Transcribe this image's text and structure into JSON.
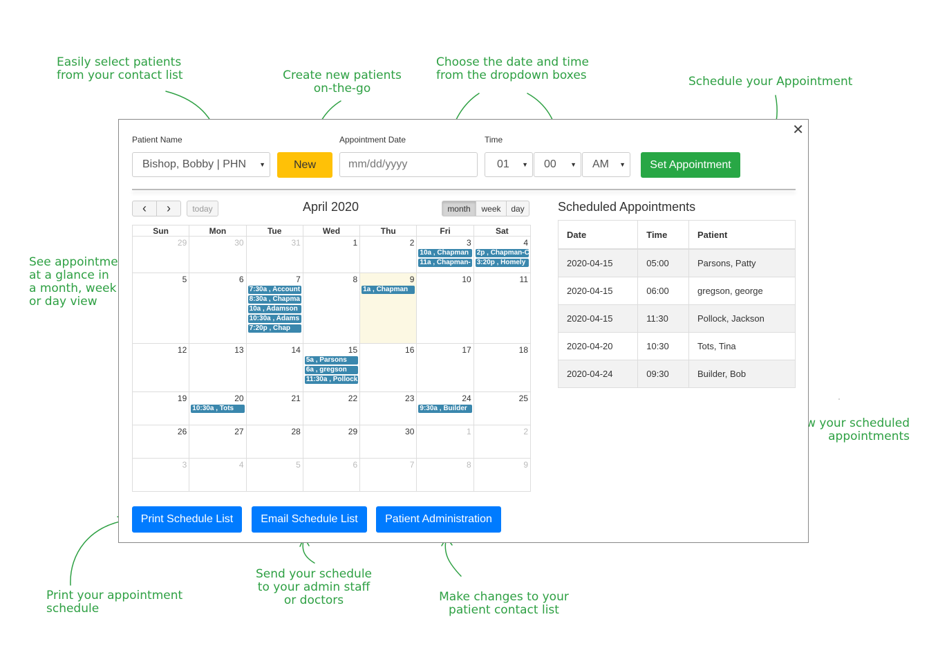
{
  "callouts": {
    "select_patients": "Easily select patients\nfrom your contact list",
    "new_patients": "Create new patients\non-the-go",
    "date_time": "Choose the date and time\nfrom the dropdown boxes",
    "schedule": "Schedule your Appointment",
    "glance": "See appointments\nat a glance in\na month, week\nor day view",
    "view_scheduled": "View your scheduled\nappointments",
    "print": "Print your appointment\nschedule",
    "send": "Send your schedule\nto your admin staff\nor doctors",
    "changes": "Make changes to your\npatient contact list"
  },
  "form": {
    "patient_label": "Patient Name",
    "patient_value": "Bishop, Bobby | PHN",
    "new_label": "New",
    "date_label": "Appointment Date",
    "date_placeholder": "mm/dd/yyyy",
    "time_label": "Time",
    "hour": "01",
    "minute": "00",
    "ampm": "AM",
    "set_label": "Set Appointment",
    "close_glyph": "✕"
  },
  "calendar": {
    "prev_glyph": "‹",
    "next_glyph": "›",
    "today_label": "today",
    "title": "April 2020",
    "views": [
      "month",
      "week",
      "day"
    ],
    "weekdays": [
      "Sun",
      "Mon",
      "Tue",
      "Wed",
      "Thu",
      "Fri",
      "Sat"
    ],
    "weeks": [
      [
        {
          "d": "29",
          "o": true
        },
        {
          "d": "30",
          "o": true
        },
        {
          "d": "31",
          "o": true
        },
        {
          "d": "1"
        },
        {
          "d": "2"
        },
        {
          "d": "3",
          "ev": [
            "10a , Chapman",
            "11a , Chapman-"
          ]
        },
        {
          "d": "4",
          "ev": [
            "2p , Chapman-C",
            "3:20p , Homely"
          ]
        }
      ],
      [
        {
          "d": "5"
        },
        {
          "d": "6"
        },
        {
          "d": "7",
          "ev": [
            "7:30a , Account",
            "8:30a , Chapma",
            "10a , Adamson",
            "10:30a , Adams",
            "7:20p , Chap"
          ]
        },
        {
          "d": "8"
        },
        {
          "d": "9",
          "today": true,
          "ev": [
            "1a , Chapman"
          ]
        },
        {
          "d": "10"
        },
        {
          "d": "11"
        }
      ],
      [
        {
          "d": "12"
        },
        {
          "d": "13"
        },
        {
          "d": "14"
        },
        {
          "d": "15",
          "ev": [
            "5a , Parsons",
            "6a , gregson",
            "11:30a , Pollock"
          ]
        },
        {
          "d": "16"
        },
        {
          "d": "17"
        },
        {
          "d": "18"
        }
      ],
      [
        {
          "d": "19"
        },
        {
          "d": "20",
          "ev": [
            "10:30a , Tots"
          ]
        },
        {
          "d": "21"
        },
        {
          "d": "22"
        },
        {
          "d": "23"
        },
        {
          "d": "24",
          "ev": [
            "9:30a , Builder"
          ]
        },
        {
          "d": "25"
        }
      ],
      [
        {
          "d": "26"
        },
        {
          "d": "27"
        },
        {
          "d": "28"
        },
        {
          "d": "29"
        },
        {
          "d": "30"
        },
        {
          "d": "1",
          "o": true
        },
        {
          "d": "2",
          "o": true
        }
      ],
      [
        {
          "d": "3",
          "o": true
        },
        {
          "d": "4",
          "o": true
        },
        {
          "d": "5",
          "o": true
        },
        {
          "d": "6",
          "o": true
        },
        {
          "d": "7",
          "o": true
        },
        {
          "d": "8",
          "o": true
        },
        {
          "d": "9",
          "o": true
        }
      ]
    ]
  },
  "scheduled": {
    "title": "Scheduled Appointments",
    "headers": [
      "Date",
      "Time",
      "Patient"
    ],
    "rows": [
      [
        "2020-04-15",
        "05:00",
        "Parsons, Patty"
      ],
      [
        "2020-04-15",
        "06:00",
        "gregson, george"
      ],
      [
        "2020-04-15",
        "11:30",
        "Pollock, Jackson"
      ],
      [
        "2020-04-20",
        "10:30",
        "Tots, Tina"
      ],
      [
        "2020-04-24",
        "09:30",
        "Builder, Bob"
      ]
    ]
  },
  "actions": {
    "print": "Print Schedule List",
    "email": "Email Schedule List",
    "admin": "Patient Administration"
  },
  "colors": {
    "callout_green": "#2ea043",
    "event_blue": "#3a87ad",
    "primary_blue": "#007bff",
    "success_green": "#28a745",
    "warning_yellow": "#ffc107",
    "today_bg": "#fcf8e3"
  }
}
